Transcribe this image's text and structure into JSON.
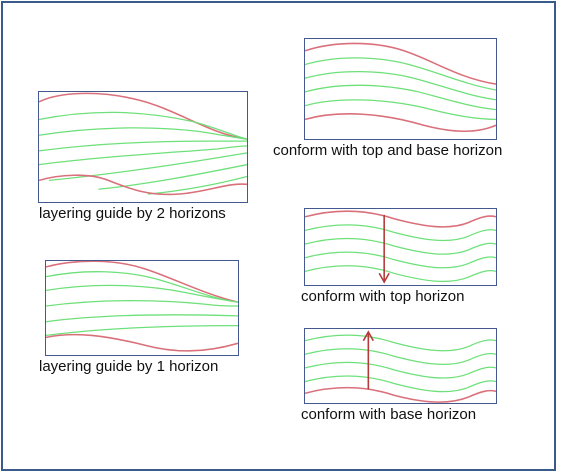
{
  "captions": {
    "guide_two": "layering guide by 2 horizons",
    "guide_one": "layering guide by 1 horizon",
    "conform_top_base": "conform with top and base horizon",
    "conform_top": "conform with top horizon",
    "conform_base": "conform with base horizon"
  },
  "colors": {
    "horizon": "#d9707a",
    "layer": "#6ee07a",
    "arrow": "#b43a3a",
    "panel_border": "#44598f",
    "frame_border": "#3a5a8c"
  }
}
